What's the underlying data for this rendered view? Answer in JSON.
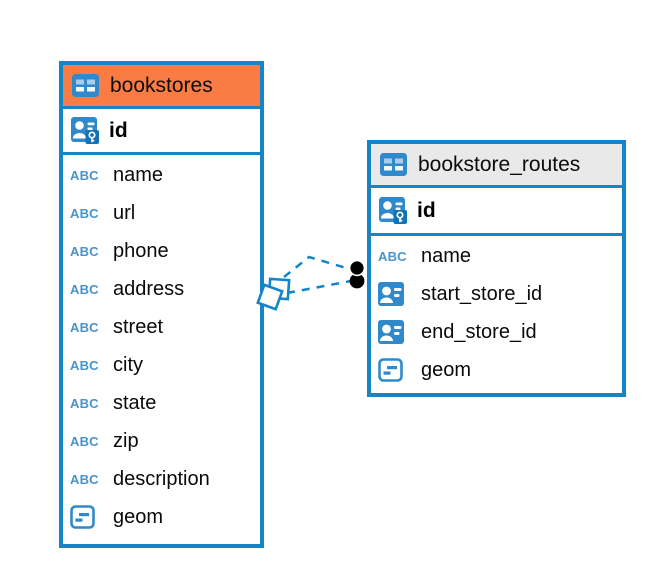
{
  "colors": {
    "accent_blue": "#1485C9",
    "icon_blue": "#2F89CB",
    "abc_blue": "#4793CC",
    "key_panel_blue": "#1272B6",
    "bookstores_header_orange": "#F97C44",
    "routes_header_gray": "#E9E9E9",
    "connector_dot_black": "#000000"
  },
  "icons": {
    "text_label": "ABC"
  },
  "tables": [
    {
      "name": "bookstores",
      "header_color": "#F97C44",
      "primary_key": {
        "name": "id"
      },
      "columns": [
        {
          "name": "name",
          "type": "text"
        },
        {
          "name": "url",
          "type": "text"
        },
        {
          "name": "phone",
          "type": "text"
        },
        {
          "name": "address",
          "type": "text"
        },
        {
          "name": "street",
          "type": "text"
        },
        {
          "name": "city",
          "type": "text"
        },
        {
          "name": "state",
          "type": "text"
        },
        {
          "name": "zip",
          "type": "text"
        },
        {
          "name": "description",
          "type": "text"
        },
        {
          "name": "geom",
          "type": "geometry"
        }
      ]
    },
    {
      "name": "bookstore_routes",
      "header_color": "#E9E9E9",
      "primary_key": {
        "name": "id"
      },
      "columns": [
        {
          "name": "name",
          "type": "text"
        },
        {
          "name": "start_store_id",
          "type": "reference"
        },
        {
          "name": "end_store_id",
          "type": "reference"
        },
        {
          "name": "geom",
          "type": "geometry"
        }
      ]
    }
  ]
}
